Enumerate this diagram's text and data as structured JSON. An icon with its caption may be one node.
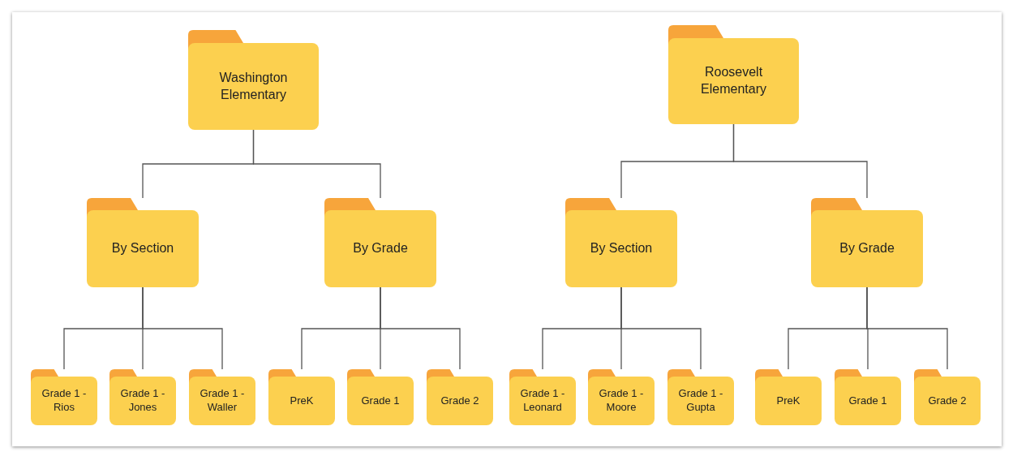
{
  "diagram": {
    "nodes": [
      {
        "text": [
          "Washington Elementary"
        ]
      },
      {
        "text": [
          "Roosevelt Elementary"
        ]
      },
      {
        "text": [
          "By Section"
        ]
      },
      {
        "text": [
          "By Grade"
        ]
      },
      {
        "text": [
          "By Section"
        ]
      },
      {
        "text": [
          "By Grade"
        ]
      },
      {
        "text": [
          "Grade 1 - Rios"
        ]
      },
      {
        "text": [
          "Grade 1 - Jones"
        ]
      },
      {
        "text": [
          "Grade 1 - Waller"
        ]
      },
      {
        "text": [
          "PreK"
        ]
      },
      {
        "text": [
          "Grade 1"
        ]
      },
      {
        "text": [
          "Grade 2"
        ]
      },
      {
        "text": [
          "Grade 1 - Leonard"
        ]
      },
      {
        "text": [
          "Grade 1 - Moore"
        ]
      },
      {
        "text": [
          "Grade 1 - Gupta"
        ]
      },
      {
        "text": [
          "PreK"
        ]
      },
      {
        "text": [
          "Grade 1"
        ]
      },
      {
        "text": [
          "Grade 2"
        ]
      }
    ],
    "edges": [
      {
        "from": 0,
        "to": 2,
        "arrow": "none"
      },
      {
        "from": 0,
        "to": 3,
        "arrow": "none"
      },
      {
        "from": 1,
        "to": 4,
        "arrow": "none"
      },
      {
        "from": 1,
        "to": 5,
        "arrow": "none"
      },
      {
        "from": 2,
        "to": 6,
        "arrow": "none"
      },
      {
        "from": 2,
        "to": 7,
        "arrow": "none"
      },
      {
        "from": 2,
        "to": 8,
        "arrow": "none"
      },
      {
        "from": 3,
        "to": 9,
        "arrow": "none"
      },
      {
        "from": 3,
        "to": 10,
        "arrow": "none"
      },
      {
        "from": 3,
        "to": 11,
        "arrow": "none"
      },
      {
        "from": 4,
        "to": 12,
        "arrow": "none"
      },
      {
        "from": 4,
        "to": 13,
        "arrow": "none"
      },
      {
        "from": 4,
        "to": 14,
        "arrow": "none"
      },
      {
        "from": 5,
        "to": 15,
        "arrow": "none"
      },
      {
        "from": 5,
        "to": 16,
        "arrow": "none"
      },
      {
        "from": 5,
        "to": 17,
        "arrow": "none"
      }
    ]
  }
}
